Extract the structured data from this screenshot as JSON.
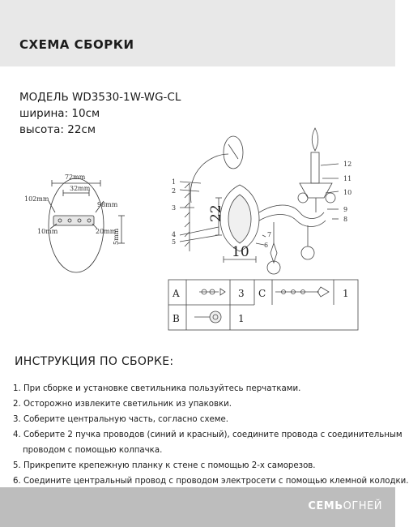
{
  "header": {
    "title": "СХЕМА СБОРКИ"
  },
  "specs": {
    "model": "МОДЕЛЬ WD3530-1W-WG-CL",
    "width": "ширина: 10см",
    "height": "высота: 22см"
  },
  "mount_plate": {
    "dims": [
      "72mm",
      "32mm",
      "102mm",
      "98mm",
      "10mm",
      "20mm",
      "5mm"
    ]
  },
  "fixture": {
    "dim_height": "22",
    "dim_width": "10",
    "part_numbers": [
      "1",
      "2",
      "3",
      "4",
      "5",
      "6",
      "7",
      "8",
      "9",
      "10",
      "11",
      "12"
    ]
  },
  "parts_table": {
    "rows": [
      [
        {
          "letter": "A",
          "qty": "3"
        },
        {
          "letter": "C",
          "qty": "1"
        }
      ],
      [
        {
          "letter": "B",
          "qty": "1"
        }
      ]
    ]
  },
  "instructions": {
    "title": "ИНСТРУКЦИЯ ПО СБОРКЕ:",
    "steps": [
      "1. При сборке и установке светильника пользуйтесь перчатками.",
      "2. Осторожно извлеките светильник из упаковки.",
      "3. Соберите центральную часть, согласно схеме.",
      "4. Соберите 2 пучка проводов (синий и красный), соедините провода с соединительным",
      "проводом с помощью колпачка.",
      "5. Прикрепите крепежную планку к стене с помощью 2-х саморезов.",
      "6. Соедините центральный провод с проводом электросети с помощью клемной колодки."
    ]
  },
  "footer": {
    "brand_bold": "СЕМЬ",
    "brand_light": "ОГНЕЙ"
  }
}
